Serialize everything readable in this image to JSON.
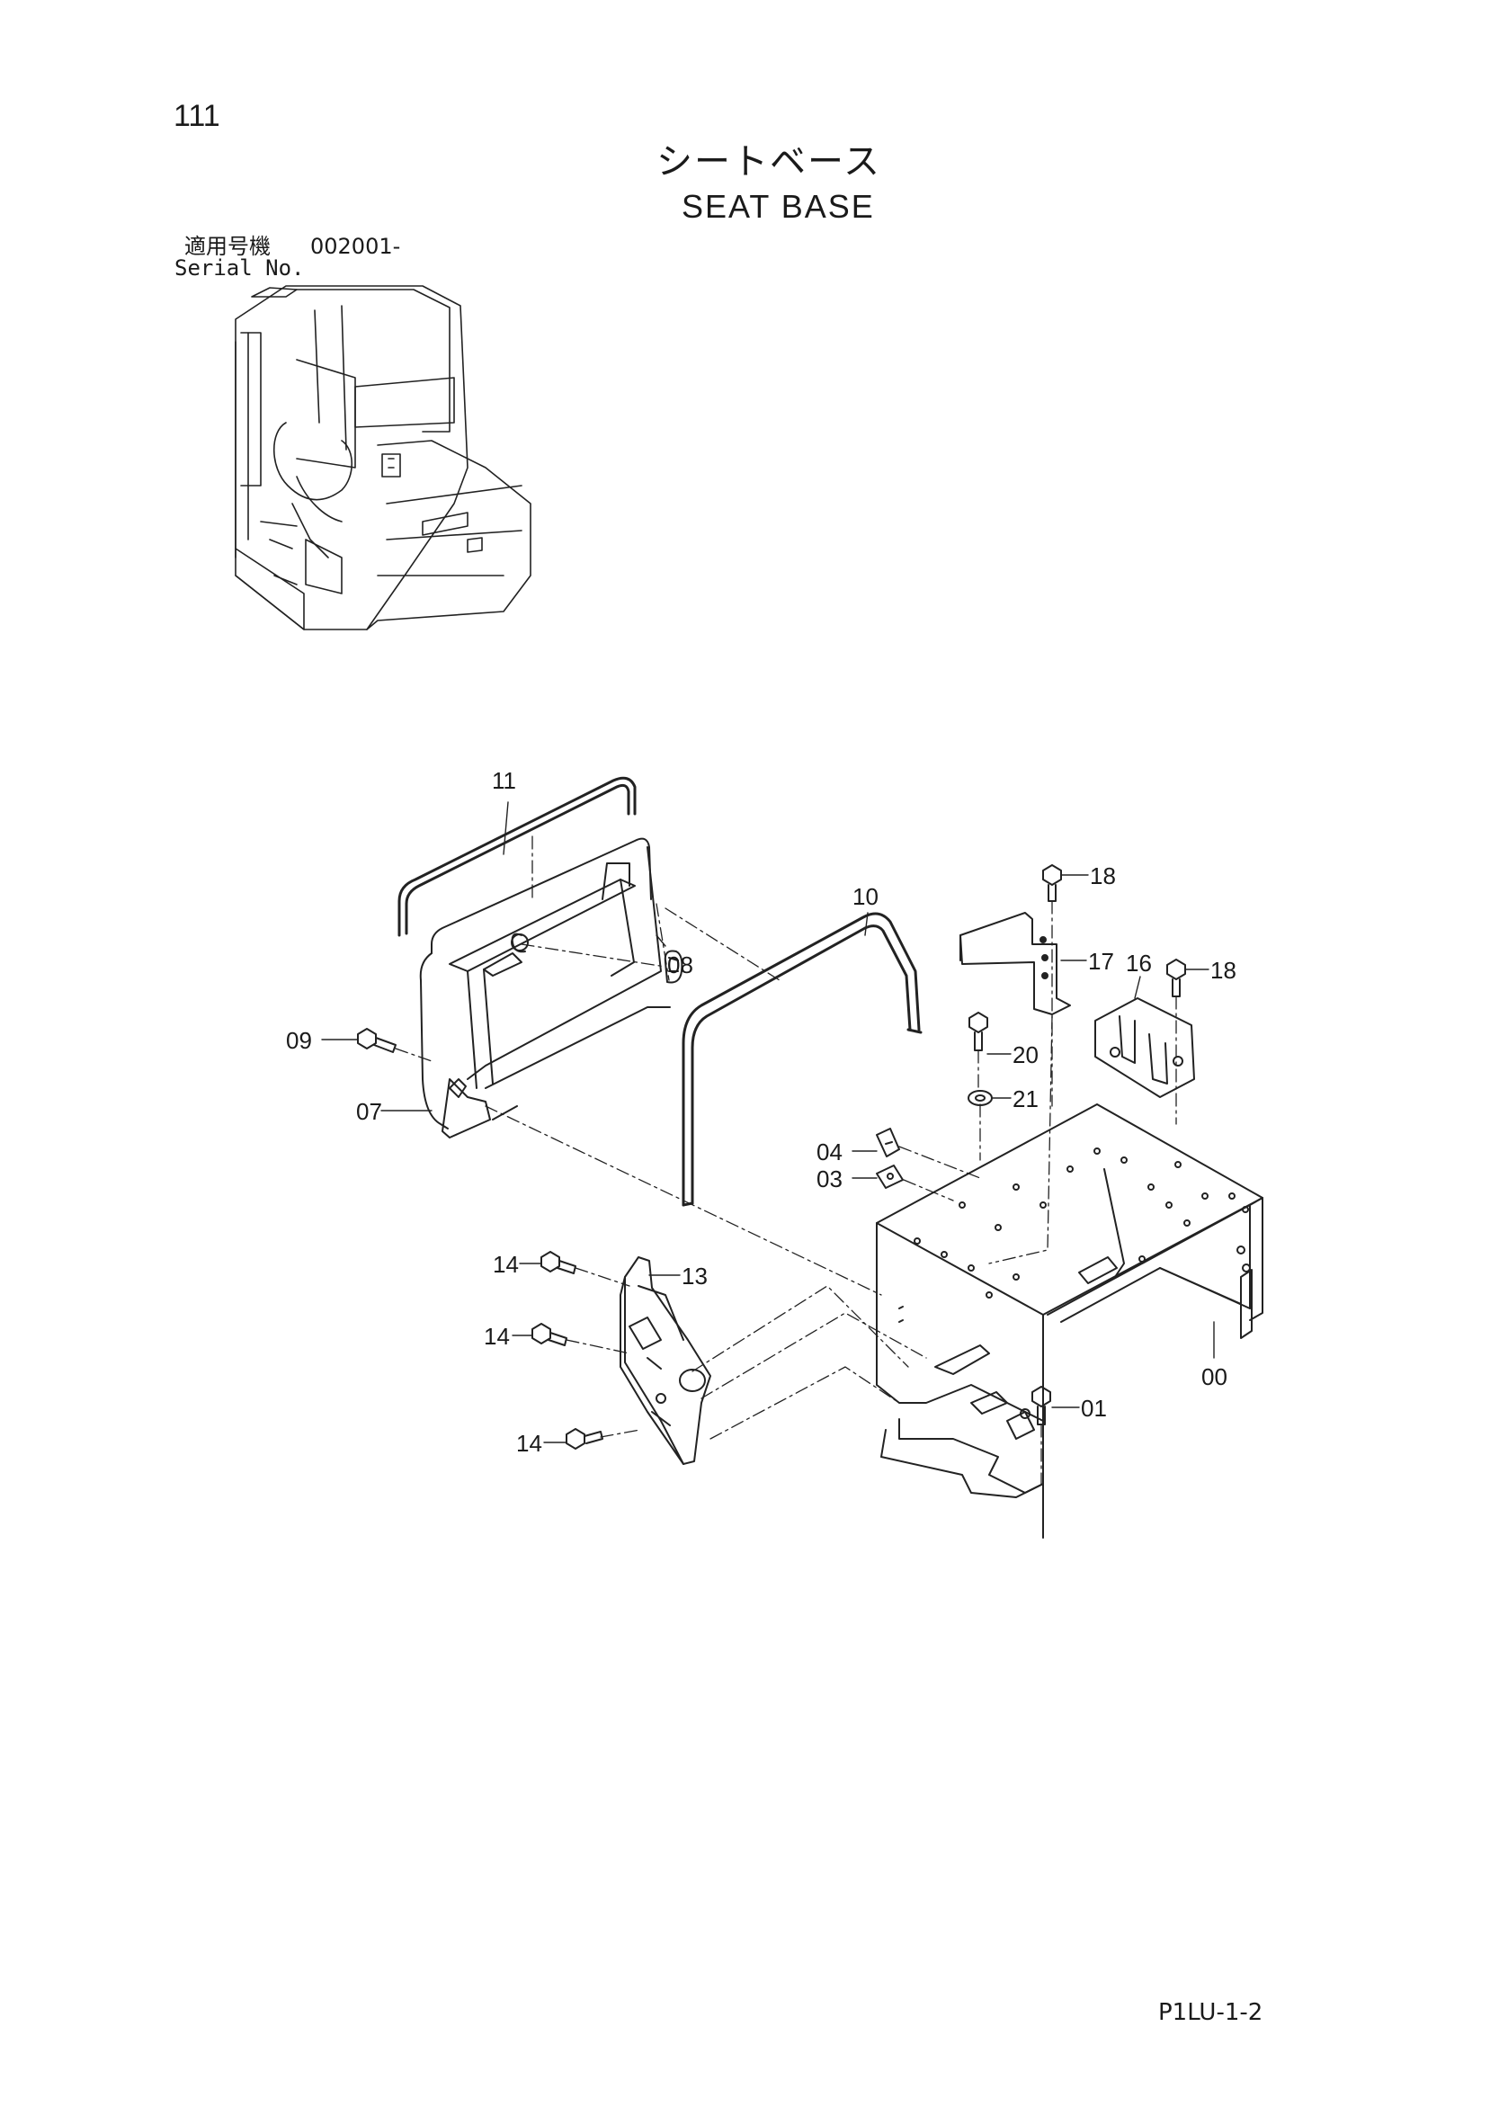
{
  "page": {
    "number": "111",
    "title_jp": "シートベース",
    "title_en": "SEAT BASE",
    "serial_label_jp": "適用号機",
    "serial_value": "002001-",
    "serial_label_en": "Serial No.",
    "doc_code": "P1LU-1-2"
  },
  "callouts": [
    {
      "id": "c11",
      "label": "11"
    },
    {
      "id": "c10",
      "label": "10"
    },
    {
      "id": "c18a",
      "label": "18"
    },
    {
      "id": "c17",
      "label": "17"
    },
    {
      "id": "c16",
      "label": "16"
    },
    {
      "id": "c18b",
      "label": "18"
    },
    {
      "id": "c08",
      "label": "08"
    },
    {
      "id": "c09",
      "label": "09"
    },
    {
      "id": "c07",
      "label": "07"
    },
    {
      "id": "c20",
      "label": "20"
    },
    {
      "id": "c21",
      "label": "21"
    },
    {
      "id": "c04",
      "label": "04"
    },
    {
      "id": "c03",
      "label": "03"
    },
    {
      "id": "c14a",
      "label": "14"
    },
    {
      "id": "c13",
      "label": "13"
    },
    {
      "id": "c14b",
      "label": "14"
    },
    {
      "id": "c14c",
      "label": "14"
    },
    {
      "id": "c00",
      "label": "00"
    },
    {
      "id": "c01",
      "label": "01"
    }
  ]
}
